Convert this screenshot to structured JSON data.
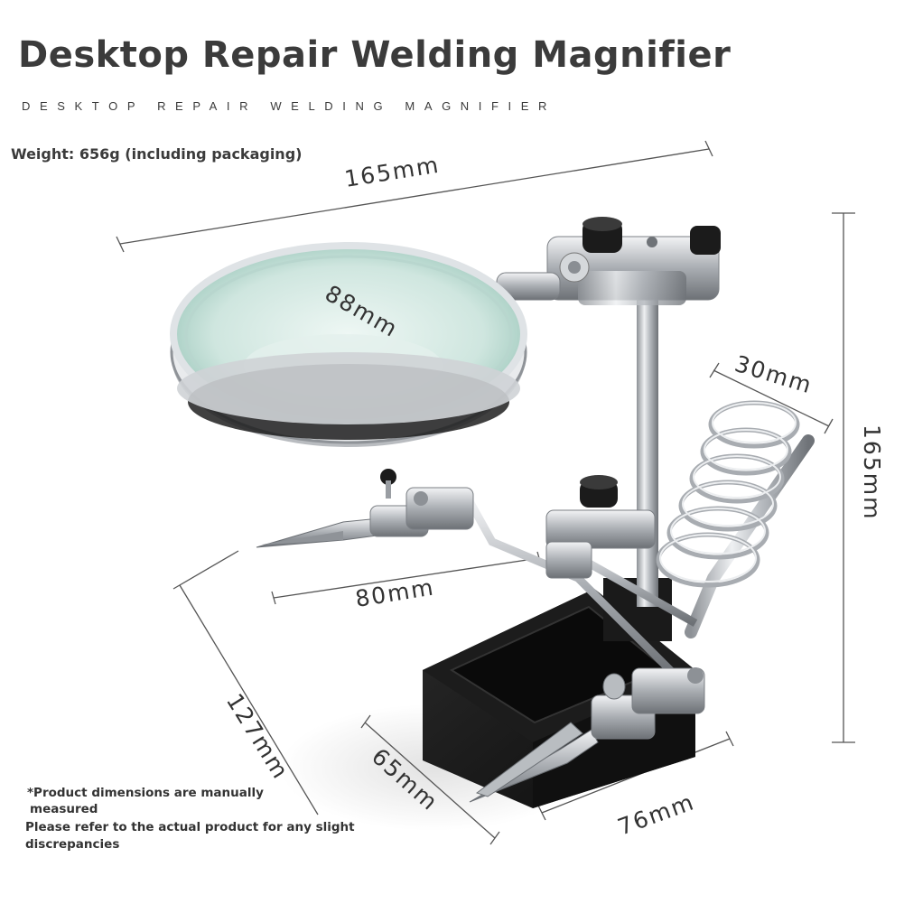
{
  "header": {
    "title": "Desktop Repair Welding Magnifier",
    "subtitle": "DESKTOP REPAIR WELDING MAGNIFIER",
    "weight": "Weight: 656g (including packaging)"
  },
  "dimensions": {
    "overall_width": "165mm",
    "lens_diameter": "88mm",
    "coil_width": "30mm",
    "overall_height": "165mm",
    "arm_length": "80mm",
    "base_length": "127mm",
    "base_depth": "65mm",
    "base_width": "76mm"
  },
  "footnote": {
    "line1": "*Product dimensions are manually",
    "line2": "measured",
    "line3": "Please refer to the actual product for any slight",
    "line4": "discrepancies"
  },
  "colors": {
    "text": "#3b3b3b",
    "dimension_line": "#555555",
    "metal": "#c9ccd0",
    "base": "#151515"
  },
  "icons": [
    "magnifier-lens-icon",
    "alligator-clip-icon",
    "solder-coil-icon",
    "thumb-screw-icon"
  ]
}
